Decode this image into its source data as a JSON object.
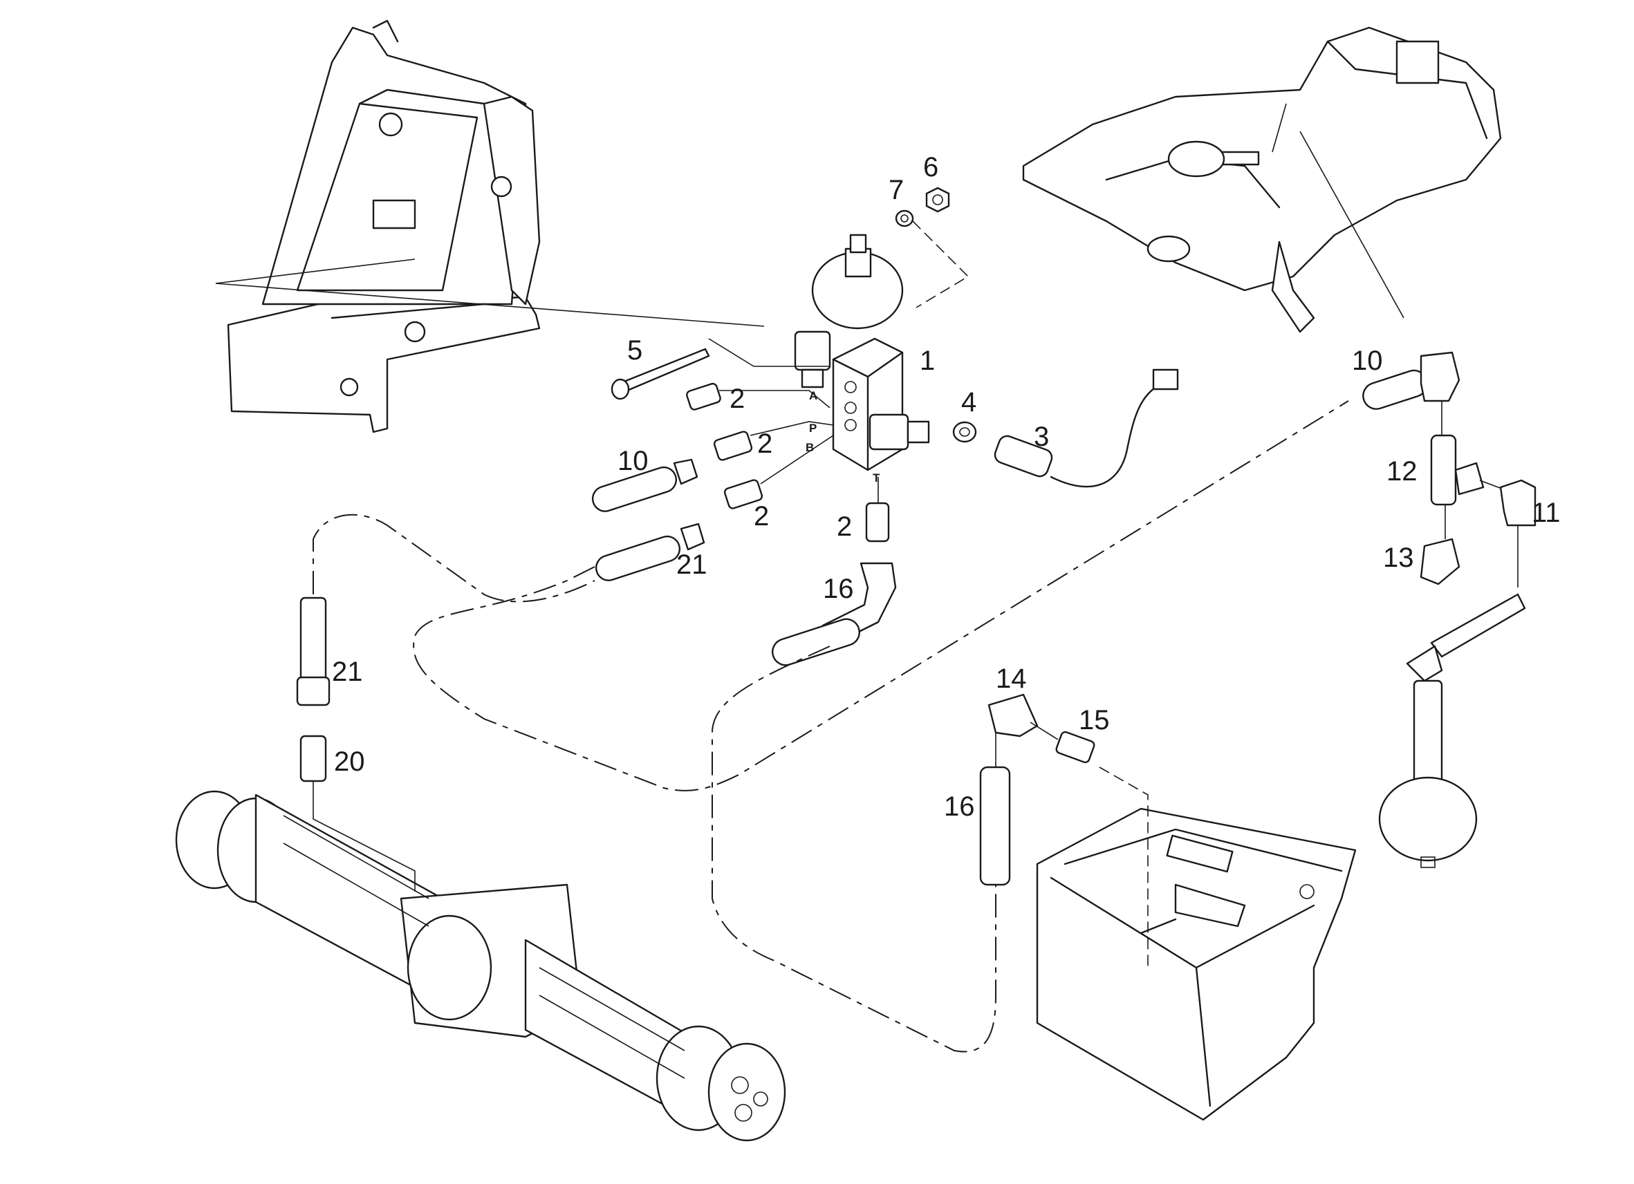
{
  "diagram": {
    "part_labels": [
      {
        "id": "1",
        "text": "1"
      },
      {
        "id": "2a",
        "text": "2"
      },
      {
        "id": "2b",
        "text": "2"
      },
      {
        "id": "2c",
        "text": "2"
      },
      {
        "id": "2d",
        "text": "2"
      },
      {
        "id": "3",
        "text": "3"
      },
      {
        "id": "4",
        "text": "4"
      },
      {
        "id": "5",
        "text": "5"
      },
      {
        "id": "6",
        "text": "6"
      },
      {
        "id": "7",
        "text": "7"
      },
      {
        "id": "10a",
        "text": "10"
      },
      {
        "id": "10b",
        "text": "10"
      },
      {
        "id": "11",
        "text": "11"
      },
      {
        "id": "12",
        "text": "12"
      },
      {
        "id": "13",
        "text": "13"
      },
      {
        "id": "14",
        "text": "14"
      },
      {
        "id": "15",
        "text": "15"
      },
      {
        "id": "16a",
        "text": "16"
      },
      {
        "id": "16b",
        "text": "16"
      },
      {
        "id": "20",
        "text": "20"
      },
      {
        "id": "21a",
        "text": "21"
      },
      {
        "id": "21b",
        "text": "21"
      }
    ],
    "port_labels": [
      {
        "id": "A",
        "text": "A"
      },
      {
        "id": "P",
        "text": "P"
      },
      {
        "id": "B",
        "text": "B"
      },
      {
        "id": "T",
        "text": "T"
      }
    ]
  }
}
